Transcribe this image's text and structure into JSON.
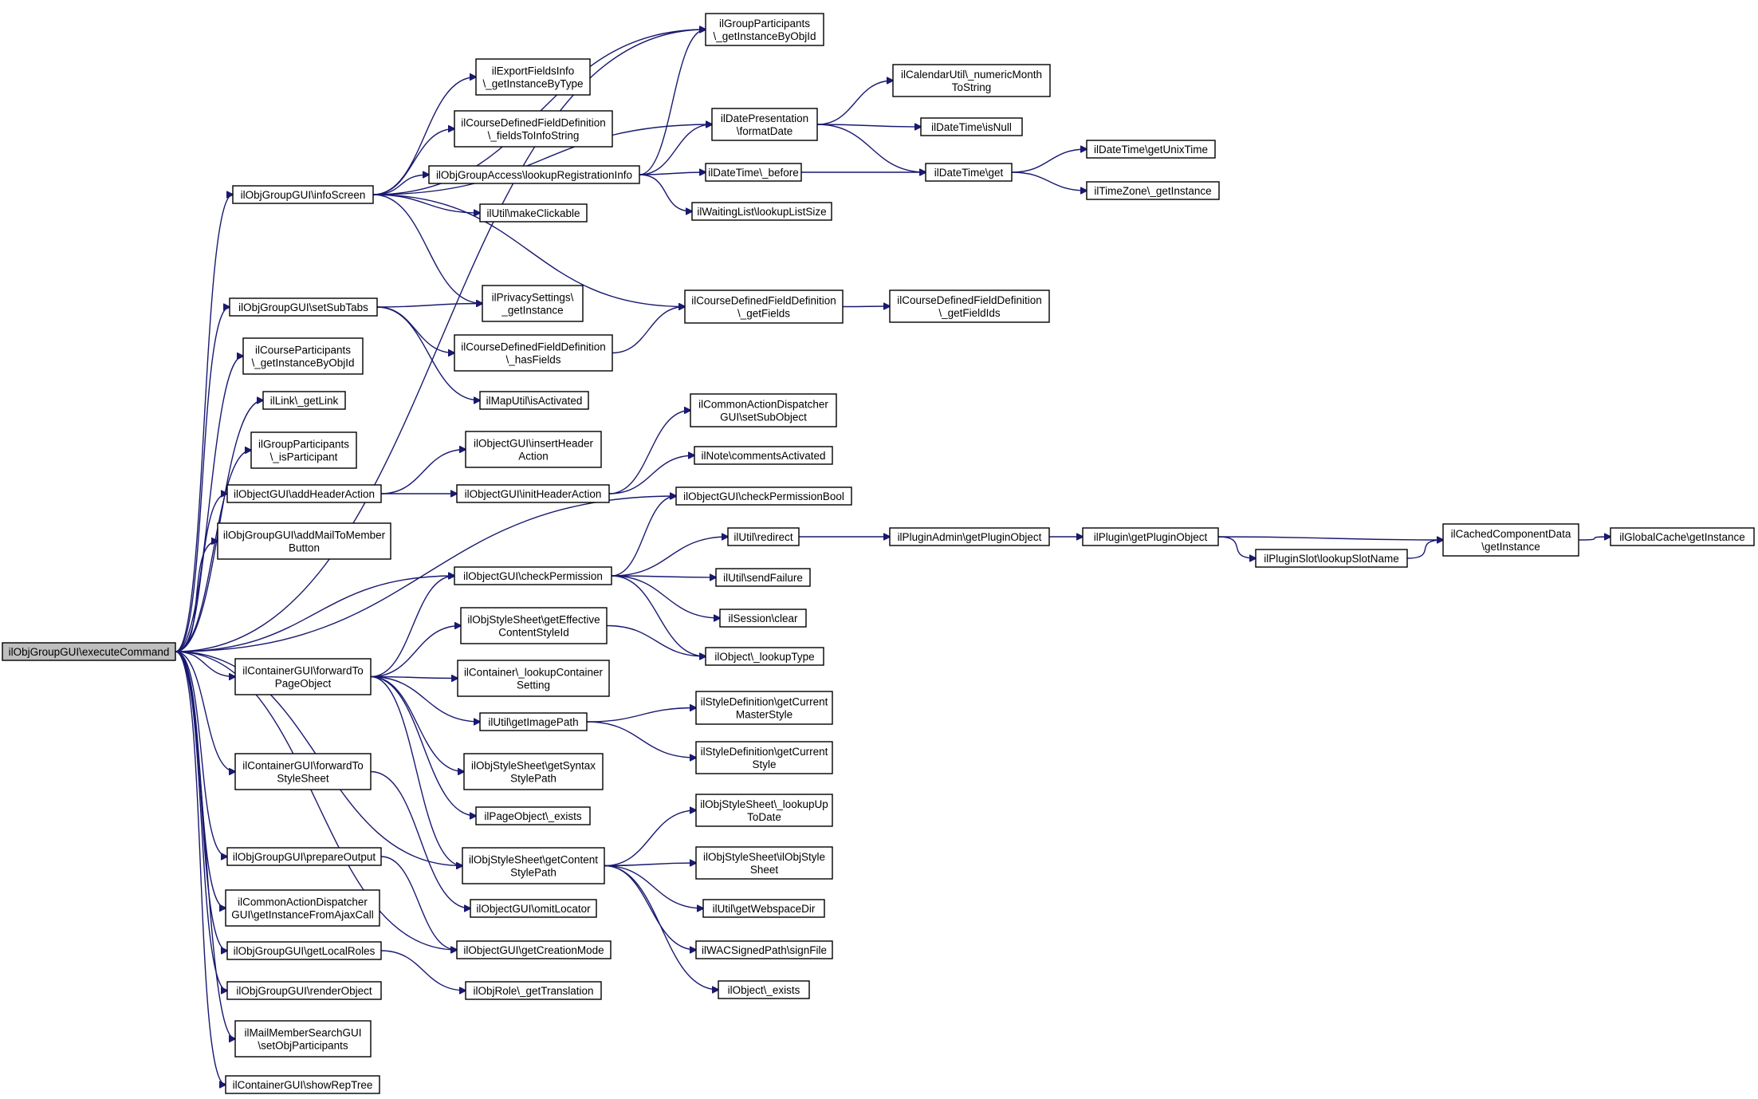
{
  "colors": {
    "edge": "#191970",
    "node_border": "#000000",
    "root_fill": "#bfbfbf",
    "node_fill": "#ffffff"
  },
  "nodes": [
    {
      "id": "root",
      "lines": [
        "ilObjGroupGUI\\executeCommand"
      ],
      "root": true
    },
    {
      "id": "infoScreen",
      "lines": [
        "ilObjGroupGUI\\infoScreen"
      ]
    },
    {
      "id": "setSubTabs",
      "lines": [
        "ilObjGroupGUI\\setSubTabs"
      ]
    },
    {
      "id": "courseParts",
      "lines": [
        "ilCourseParticipants",
        "\\_getInstanceByObjId"
      ]
    },
    {
      "id": "getLink",
      "lines": [
        "ilLink\\_getLink"
      ]
    },
    {
      "id": "isParticipant",
      "lines": [
        "ilGroupParticipants",
        "\\_isParticipant"
      ]
    },
    {
      "id": "addHeaderAction",
      "lines": [
        "ilObjectGUI\\addHeaderAction"
      ]
    },
    {
      "id": "addMailBtn",
      "lines": [
        "ilObjGroupGUI\\addMailToMember",
        "Button"
      ]
    },
    {
      "id": "fwdPage",
      "lines": [
        "ilContainerGUI\\forwardTo",
        "PageObject"
      ]
    },
    {
      "id": "fwdStyle",
      "lines": [
        "ilContainerGUI\\forwardTo",
        "StyleSheet"
      ]
    },
    {
      "id": "prepOutput",
      "lines": [
        "ilObjGroupGUI\\prepareOutput"
      ]
    },
    {
      "id": "cadAjax",
      "lines": [
        "ilCommonActionDispatcher",
        "GUI\\getInstanceFromAjaxCall"
      ]
    },
    {
      "id": "localRoles",
      "lines": [
        "ilObjGroupGUI\\getLocalRoles"
      ]
    },
    {
      "id": "renderObj",
      "lines": [
        "ilObjGroupGUI\\renderObject"
      ]
    },
    {
      "id": "mailSearch",
      "lines": [
        "ilMailMemberSearchGUI",
        "\\setObjParticipants"
      ]
    },
    {
      "id": "showRepTree",
      "lines": [
        "ilContainerGUI\\showRepTree"
      ]
    },
    {
      "id": "exportFields",
      "lines": [
        "ilExportFieldsInfo",
        "\\_getInstanceByType"
      ]
    },
    {
      "id": "fieldsToInfo",
      "lines": [
        "ilCourseDefinedFieldDefinition",
        "\\_fieldsToInfoString"
      ]
    },
    {
      "id": "lookupReg",
      "lines": [
        "ilObjGroupAccess\\lookupRegistrationInfo"
      ]
    },
    {
      "id": "makeClickable",
      "lines": [
        "ilUtil\\makeClickable"
      ]
    },
    {
      "id": "privacy",
      "lines": [
        "ilPrivacySettings\\",
        "_getInstance"
      ]
    },
    {
      "id": "hasFields",
      "lines": [
        "ilCourseDefinedFieldDefinition",
        "\\_hasFields"
      ]
    },
    {
      "id": "mapUtil",
      "lines": [
        "ilMapUtil\\isActivated"
      ]
    },
    {
      "id": "insertHeader",
      "lines": [
        "ilObjectGUI\\insertHeader",
        "Action"
      ]
    },
    {
      "id": "initHeader",
      "lines": [
        "ilObjectGUI\\initHeaderAction"
      ]
    },
    {
      "id": "checkPerm",
      "lines": [
        "ilObjectGUI\\checkPermission"
      ]
    },
    {
      "id": "effStyle",
      "lines": [
        "ilObjStyleSheet\\getEffective",
        "ContentStyleId"
      ]
    },
    {
      "id": "lookupContainer",
      "lines": [
        "ilContainer\\_lookupContainer",
        "Setting"
      ]
    },
    {
      "id": "imagePath",
      "lines": [
        "ilUtil\\getImagePath"
      ]
    },
    {
      "id": "syntaxStyle",
      "lines": [
        "ilObjStyleSheet\\getSyntax",
        "StylePath"
      ]
    },
    {
      "id": "pageExists",
      "lines": [
        "ilPageObject\\_exists"
      ]
    },
    {
      "id": "contentStyle",
      "lines": [
        "ilObjStyleSheet\\getContent",
        "StylePath"
      ]
    },
    {
      "id": "omitLocator",
      "lines": [
        "ilObjectGUI\\omitLocator"
      ]
    },
    {
      "id": "creationMode",
      "lines": [
        "ilObjectGUI\\getCreationMode"
      ]
    },
    {
      "id": "translation",
      "lines": [
        "ilObjRole\\_getTranslation"
      ]
    },
    {
      "id": "groupParts",
      "lines": [
        "ilGroupParticipants",
        "\\_getInstanceByObjId"
      ]
    },
    {
      "id": "datePres",
      "lines": [
        "ilDatePresentation",
        "\\formatDate"
      ]
    },
    {
      "id": "dtBefore",
      "lines": [
        "ilDateTime\\_before"
      ]
    },
    {
      "id": "waitingList",
      "lines": [
        "ilWaitingList\\lookupListSize"
      ]
    },
    {
      "id": "getFields",
      "lines": [
        "ilCourseDefinedFieldDefinition",
        "\\_getFields"
      ]
    },
    {
      "id": "cadSub",
      "lines": [
        "ilCommonActionDispatcher",
        "GUI\\setSubObject"
      ]
    },
    {
      "id": "noteComments",
      "lines": [
        "ilNote\\commentsActivated"
      ]
    },
    {
      "id": "checkPermBool",
      "lines": [
        "ilObjectGUI\\checkPermissionBool"
      ]
    },
    {
      "id": "redirect",
      "lines": [
        "ilUtil\\redirect"
      ]
    },
    {
      "id": "sendFailure",
      "lines": [
        "ilUtil\\sendFailure"
      ]
    },
    {
      "id": "sessionClear",
      "lines": [
        "ilSession\\clear"
      ]
    },
    {
      "id": "lookupType",
      "lines": [
        "ilObject\\_lookupType"
      ]
    },
    {
      "id": "masterStyle",
      "lines": [
        "ilStyleDefinition\\getCurrent",
        "MasterStyle"
      ]
    },
    {
      "id": "curStyle",
      "lines": [
        "ilStyleDefinition\\getCurrent",
        "Style"
      ]
    },
    {
      "id": "lookupUpToDate",
      "lines": [
        "ilObjStyleSheet\\_lookupUp",
        "ToDate"
      ]
    },
    {
      "id": "ilObjStyleSheet",
      "lines": [
        "ilObjStyleSheet\\ilObjStyle",
        "Sheet"
      ]
    },
    {
      "id": "webspace",
      "lines": [
        "ilUtil\\getWebspaceDir"
      ]
    },
    {
      "id": "signFile",
      "lines": [
        "ilWACSignedPath\\signFile"
      ]
    },
    {
      "id": "objExists",
      "lines": [
        "ilObject\\_exists"
      ]
    },
    {
      "id": "numericMonth",
      "lines": [
        "ilCalendarUtil\\_numericMonth",
        "ToString"
      ]
    },
    {
      "id": "isNull",
      "lines": [
        "ilDateTime\\isNull"
      ]
    },
    {
      "id": "dtGet",
      "lines": [
        "ilDateTime\\get"
      ]
    },
    {
      "id": "getFieldIds",
      "lines": [
        "ilCourseDefinedFieldDefinition",
        "\\_getFieldIds"
      ]
    },
    {
      "id": "pluginAdmin",
      "lines": [
        "ilPluginAdmin\\getPluginObject"
      ]
    },
    {
      "id": "unixTime",
      "lines": [
        "ilDateTime\\getUnixTime"
      ]
    },
    {
      "id": "tzInstance",
      "lines": [
        "ilTimeZone\\_getInstance"
      ]
    },
    {
      "id": "pluginObj",
      "lines": [
        "ilPlugin\\getPluginObject"
      ]
    },
    {
      "id": "slotName",
      "lines": [
        "ilPluginSlot\\lookupSlotName"
      ]
    },
    {
      "id": "cachedData",
      "lines": [
        "ilCachedComponentData",
        "\\getInstance"
      ]
    },
    {
      "id": "globalCache",
      "lines": [
        "ilGlobalCache\\getInstance"
      ]
    }
  ],
  "edges": [
    [
      "root",
      "infoScreen"
    ],
    [
      "root",
      "setSubTabs"
    ],
    [
      "root",
      "courseParts"
    ],
    [
      "root",
      "getLink"
    ],
    [
      "root",
      "isParticipant"
    ],
    [
      "root",
      "addHeaderAction"
    ],
    [
      "root",
      "addMailBtn"
    ],
    [
      "root",
      "fwdPage"
    ],
    [
      "root",
      "fwdStyle"
    ],
    [
      "root",
      "prepOutput"
    ],
    [
      "root",
      "cadAjax"
    ],
    [
      "root",
      "localRoles"
    ],
    [
      "root",
      "renderObj"
    ],
    [
      "root",
      "mailSearch"
    ],
    [
      "root",
      "showRepTree"
    ],
    [
      "root",
      "groupParts"
    ],
    [
      "root",
      "checkPerm"
    ],
    [
      "root",
      "checkPermBool"
    ],
    [
      "root",
      "creationMode"
    ],
    [
      "root",
      "contentStyle"
    ],
    [
      "infoScreen",
      "exportFields"
    ],
    [
      "infoScreen",
      "fieldsToInfo"
    ],
    [
      "infoScreen",
      "lookupReg"
    ],
    [
      "infoScreen",
      "makeClickable"
    ],
    [
      "infoScreen",
      "privacy"
    ],
    [
      "infoScreen",
      "groupParts"
    ],
    [
      "infoScreen",
      "datePres"
    ],
    [
      "infoScreen",
      "getFields"
    ],
    [
      "setSubTabs",
      "privacy"
    ],
    [
      "setSubTabs",
      "hasFields"
    ],
    [
      "setSubTabs",
      "mapUtil"
    ],
    [
      "addHeaderAction",
      "insertHeader"
    ],
    [
      "addHeaderAction",
      "initHeader"
    ],
    [
      "fwdPage",
      "checkPerm"
    ],
    [
      "fwdPage",
      "effStyle"
    ],
    [
      "fwdPage",
      "lookupContainer"
    ],
    [
      "fwdPage",
      "imagePath"
    ],
    [
      "fwdPage",
      "syntaxStyle"
    ],
    [
      "fwdPage",
      "pageExists"
    ],
    [
      "fwdPage",
      "contentStyle"
    ],
    [
      "fwdStyle",
      "omitLocator"
    ],
    [
      "prepOutput",
      "creationMode"
    ],
    [
      "localRoles",
      "translation"
    ],
    [
      "lookupReg",
      "groupParts"
    ],
    [
      "lookupReg",
      "datePres"
    ],
    [
      "lookupReg",
      "dtBefore"
    ],
    [
      "lookupReg",
      "waitingList"
    ],
    [
      "hasFields",
      "getFields"
    ],
    [
      "initHeader",
      "cadSub"
    ],
    [
      "initHeader",
      "noteComments"
    ],
    [
      "checkPerm",
      "checkPermBool"
    ],
    [
      "checkPerm",
      "redirect"
    ],
    [
      "checkPerm",
      "sendFailure"
    ],
    [
      "checkPerm",
      "sessionClear"
    ],
    [
      "checkPerm",
      "lookupType"
    ],
    [
      "effStyle",
      "lookupType"
    ],
    [
      "imagePath",
      "masterStyle"
    ],
    [
      "imagePath",
      "curStyle"
    ],
    [
      "contentStyle",
      "lookupUpToDate"
    ],
    [
      "contentStyle",
      "ilObjStyleSheet"
    ],
    [
      "contentStyle",
      "webspace"
    ],
    [
      "contentStyle",
      "signFile"
    ],
    [
      "contentStyle",
      "objExists"
    ],
    [
      "datePres",
      "numericMonth"
    ],
    [
      "datePres",
      "isNull"
    ],
    [
      "datePres",
      "dtGet"
    ],
    [
      "dtBefore",
      "dtGet"
    ],
    [
      "getFields",
      "getFieldIds"
    ],
    [
      "redirect",
      "pluginAdmin"
    ],
    [
      "dtGet",
      "unixTime"
    ],
    [
      "dtGet",
      "tzInstance"
    ],
    [
      "pluginAdmin",
      "pluginObj"
    ],
    [
      "pluginObj",
      "slotName"
    ],
    [
      "pluginObj",
      "cachedData"
    ],
    [
      "slotName",
      "cachedData"
    ],
    [
      "cachedData",
      "globalCache"
    ]
  ]
}
